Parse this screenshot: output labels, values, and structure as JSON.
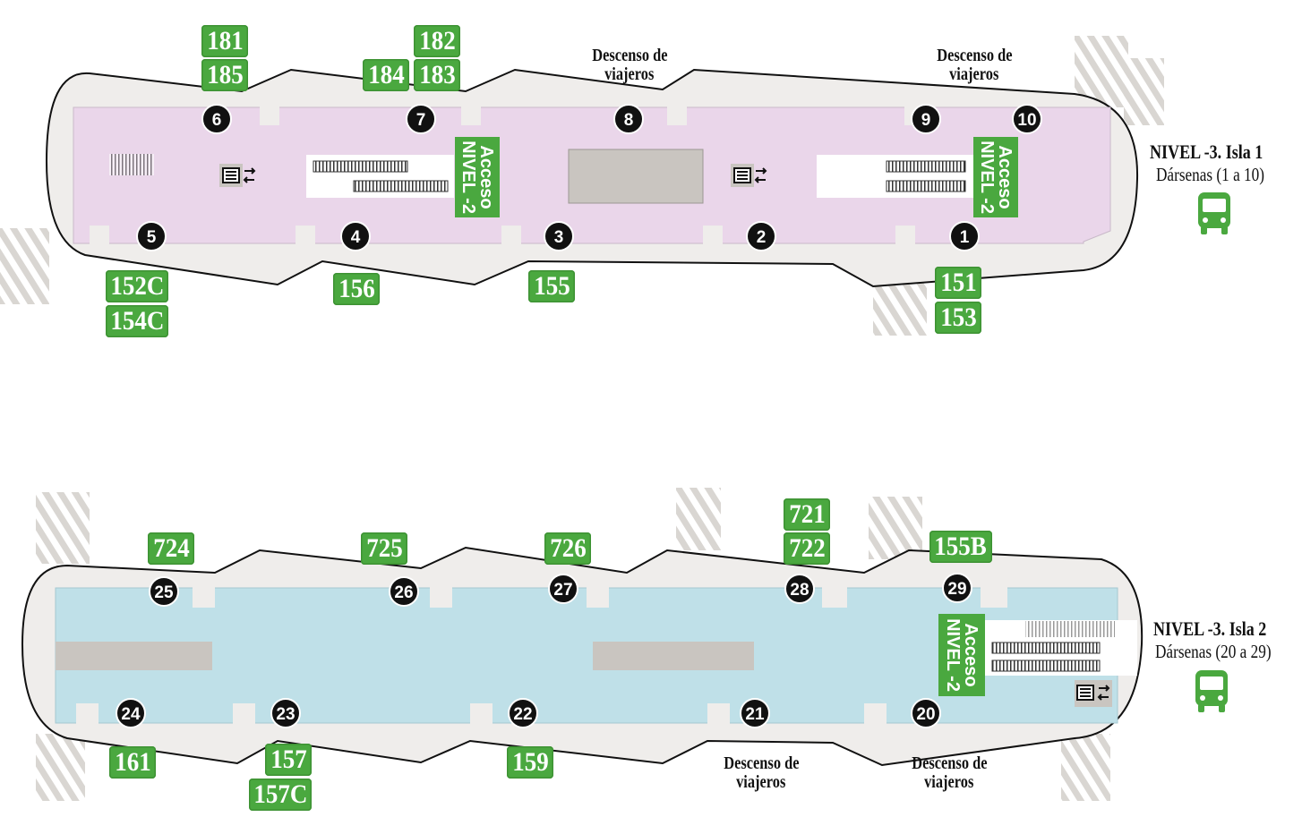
{
  "colors": {
    "accent_green": "#4aa83f",
    "island1_floor": "#ead6ea",
    "island2_floor": "#bfe0e8",
    "platform": "#efedeb",
    "dock_badge": "#111111"
  },
  "island1": {
    "title": "NIVEL -3. Isla 1",
    "subtitle": "Dársenas (1 a 10)",
    "access_line1": "Acceso",
    "access_line2": "NIVEL -2",
    "drop_off_line1": "Descenso de",
    "drop_off_line2": "viajeros",
    "docks": [
      "6",
      "7",
      "8",
      "9",
      "10",
      "5",
      "4",
      "3",
      "2",
      "1"
    ],
    "routes_top": [
      "181",
      "185",
      "184",
      "182",
      "183"
    ],
    "routes_bottom": [
      "152C",
      "154C",
      "156",
      "155",
      "151",
      "153"
    ],
    "icons": [
      "elevator-icon",
      "escalator-icon",
      "bus-icon",
      "crosswalk-icon"
    ]
  },
  "island2": {
    "title": "NIVEL -3. Isla 2",
    "subtitle": "Dársenas (20 a 29)",
    "access_line1": "Acceso",
    "access_line2": "NIVEL -2",
    "drop_off_line1": "Descenso de",
    "drop_off_line2": "viajeros",
    "docks": [
      "25",
      "26",
      "27",
      "28",
      "29",
      "24",
      "23",
      "22",
      "21",
      "20"
    ],
    "routes_top": [
      "724",
      "725",
      "726",
      "721",
      "722",
      "155B"
    ],
    "routes_bottom": [
      "161",
      "157",
      "157C",
      "159"
    ],
    "icons": [
      "elevator-icon",
      "escalator-icon",
      "bus-icon",
      "crosswalk-icon"
    ]
  }
}
